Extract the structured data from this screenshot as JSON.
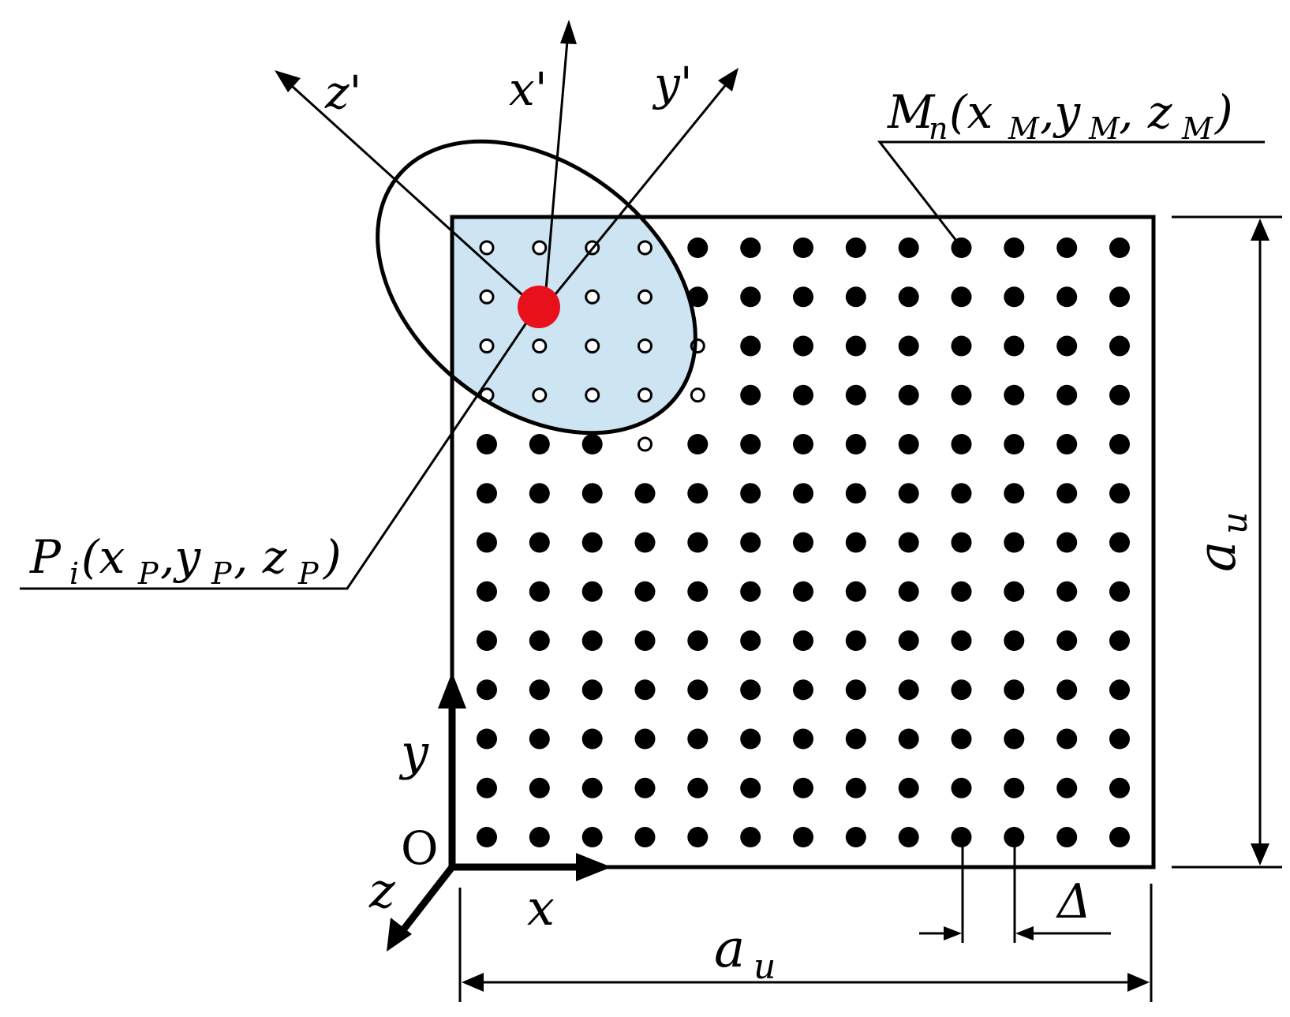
{
  "labels": {
    "z_prime": "z'",
    "x_prime": "x'",
    "y_prime": "y'",
    "m_main": "M",
    "m_sub": "n",
    "m_open": "(x",
    "m_sub_x": "M",
    "m_comma1": ",y",
    "m_sub_y": "M",
    "m_comma2": ", z",
    "m_sub_z": "M",
    "m_close": ")",
    "p_main": "P",
    "p_sub": "i",
    "p_open": "(x",
    "p_sub_x": "P",
    "p_comma1": ",y",
    "p_sub_y": "P",
    "p_comma2": ", z",
    "p_sub_z": "P",
    "p_close": ")",
    "origin": "O",
    "axis_x": "x",
    "axis_y": "y",
    "axis_z": "z",
    "dim_main": "a",
    "dim_sub": "u",
    "delta": "Δ"
  },
  "grid": {
    "rows": 13,
    "cols": 13,
    "open_cells": [
      [
        0,
        0
      ],
      [
        0,
        1
      ],
      [
        0,
        2
      ],
      [
        0,
        3
      ],
      [
        1,
        0
      ],
      [
        1,
        2
      ],
      [
        1,
        3
      ],
      [
        2,
        0
      ],
      [
        2,
        1
      ],
      [
        2,
        2
      ],
      [
        2,
        3
      ],
      [
        2,
        4
      ],
      [
        3,
        0
      ],
      [
        3,
        1
      ],
      [
        3,
        2
      ],
      [
        3,
        3
      ],
      [
        3,
        4
      ],
      [
        4,
        3
      ]
    ]
  },
  "colors": {
    "stroke": "#000000",
    "highlight_fill": "#cde4f3",
    "point_red": "#e8101a",
    "dot": "#000000"
  }
}
